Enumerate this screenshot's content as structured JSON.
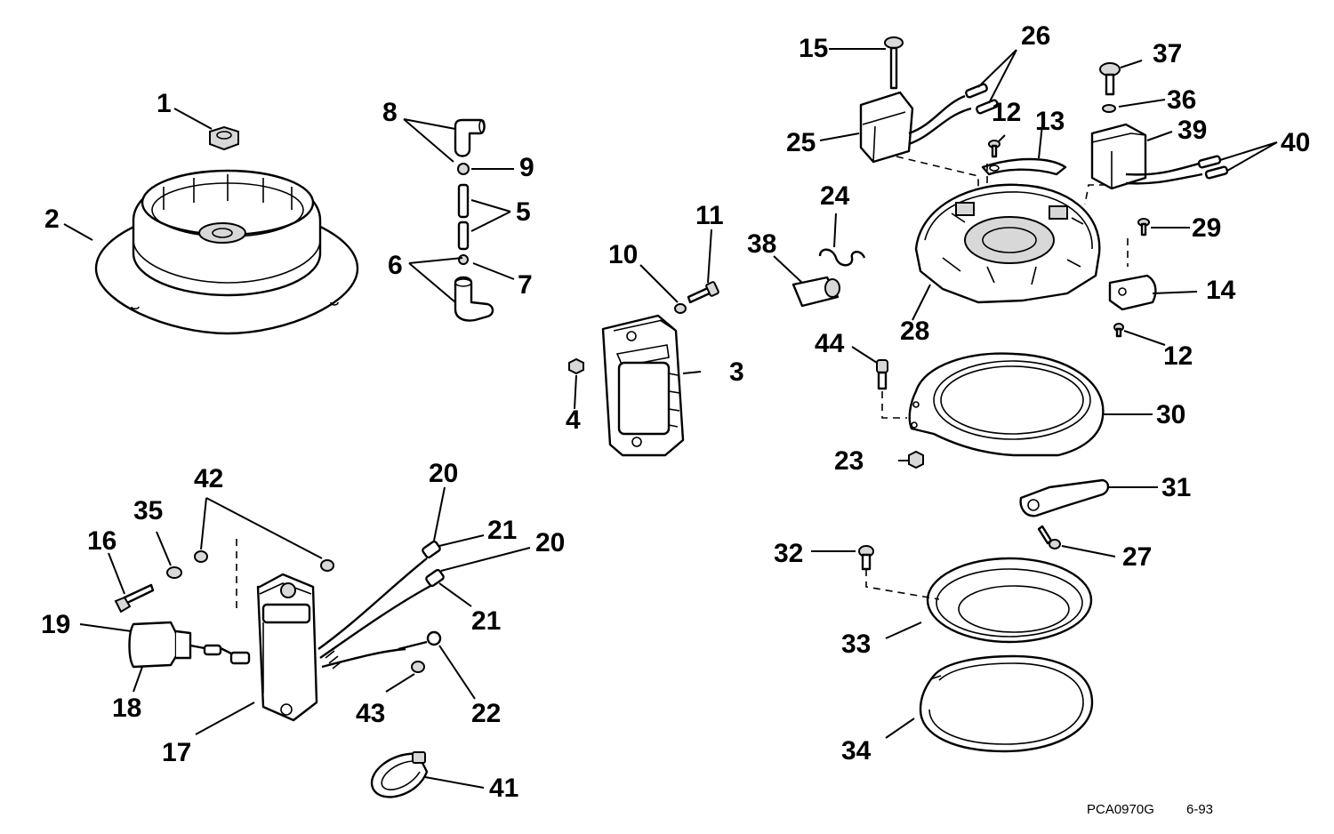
{
  "callouts": [
    "1",
    "2",
    "3",
    "4",
    "5",
    "6",
    "7",
    "8",
    "9",
    "10",
    "11",
    "12",
    "12",
    "13",
    "14",
    "15",
    "16",
    "17",
    "18",
    "19",
    "20",
    "20",
    "21",
    "21",
    "22",
    "23",
    "24",
    "25",
    "26",
    "27",
    "28",
    "29",
    "30",
    "31",
    "32",
    "33",
    "34",
    "35",
    "36",
    "37",
    "38",
    "39",
    "40",
    "41",
    "42",
    "43",
    "44"
  ],
  "footer": {
    "code": "PCA0970G",
    "date": "6-93"
  }
}
